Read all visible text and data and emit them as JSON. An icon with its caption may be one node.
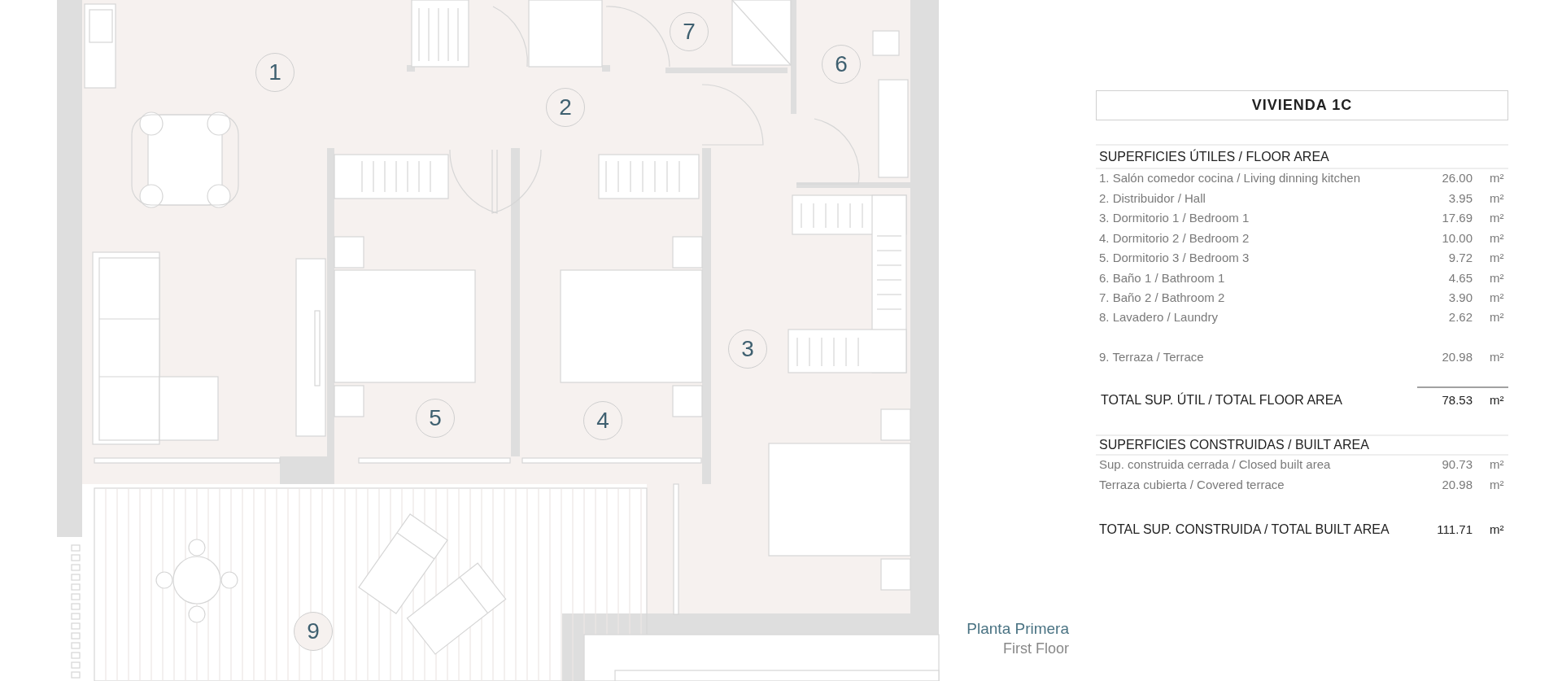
{
  "diagram": {
    "title": "VIVIENDA 1C",
    "nodes": [
      {
        "text": [
          "7"
        ]
      },
      {
        "text": [
          "6"
        ]
      },
      {
        "text": [
          "1"
        ]
      },
      {
        "text": [
          "2"
        ]
      },
      {
        "text": [
          "3"
        ]
      },
      {
        "text": [
          "5"
        ]
      },
      {
        "text": [
          "4"
        ]
      },
      {
        "text": [
          "9"
        ]
      }
    ],
    "labels": [
      "SUPERFICIES ÚTILES / FLOOR AREA",
      "1. Salón comedor cocina / Living dinning kitchen",
      "26.00",
      "m²",
      "2. Distribuidor / Hall",
      "3.95",
      "m²",
      "3. Dormitorio 1 / Bedroom 1",
      "17.69",
      "m²",
      "4. Dormitorio 2 / Bedroom 2",
      "10.00",
      "m²",
      "5. Dormitorio 3 / Bedroom 3",
      "9.72",
      "m²",
      "6. Baño 1 / Bathroom 1",
      "4.65",
      "m²",
      "7. Baño 2 / Bathroom 2",
      "3.90",
      "m²",
      "8. Lavadero / Laundry",
      "2.62",
      "m²",
      "9. Terraza / Terrace",
      "20.98",
      "m²",
      "TOTAL SUP. ÚTIL / TOTAL FLOOR AREA",
      "78.53",
      "m²",
      "SUPERFICIES CONSTRUIDAS / BUILT AREA",
      "Sup. construida cerrada / Closed built area",
      "90.73",
      "m²",
      "Terraza cubierta / Covered terrace",
      "20.98",
      "m²",
      "TOTAL SUP. CONSTRUIDA /  TOTAL BUILT AREA",
      "111.71",
      "m²",
      "Planta Primera",
      "First Floor"
    ]
  }
}
